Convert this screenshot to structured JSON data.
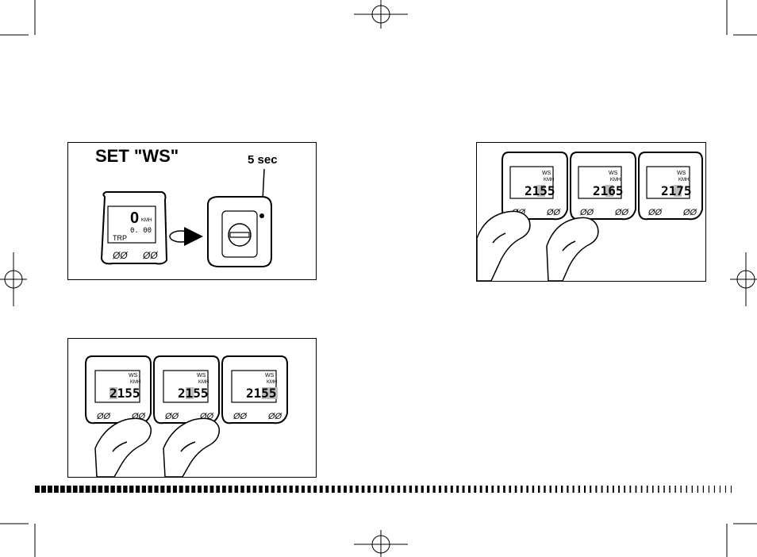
{
  "panel1": {
    "title": "SET \"WS\"",
    "hold_time": "5 sec",
    "display": {
      "speed": "0",
      "unit": "KMH",
      "distance": "0. 00",
      "mode": "TRP"
    }
  },
  "panel2": {
    "units": [
      {
        "label": "WS",
        "unit": "KMH",
        "value": "2155",
        "highlight_index": 2
      },
      {
        "label": "WS",
        "unit": "KMH",
        "value": "2165",
        "highlight_index": 2
      },
      {
        "label": "WS",
        "unit": "KMH",
        "value": "2175",
        "highlight_index": 2
      }
    ]
  },
  "panel3": {
    "units": [
      {
        "label": "WS",
        "unit": "KMH",
        "value": "2155",
        "highlight_index": 0
      },
      {
        "label": "WS",
        "unit": "KMH",
        "value": "2155",
        "highlight_index": 1
      },
      {
        "label": "WS",
        "unit": "KMH",
        "value": "2155",
        "highlight_index": 2
      }
    ]
  },
  "colors": {
    "ink": "#000000",
    "highlight": "#bdbdbd",
    "screen": "#f3f3f3"
  }
}
